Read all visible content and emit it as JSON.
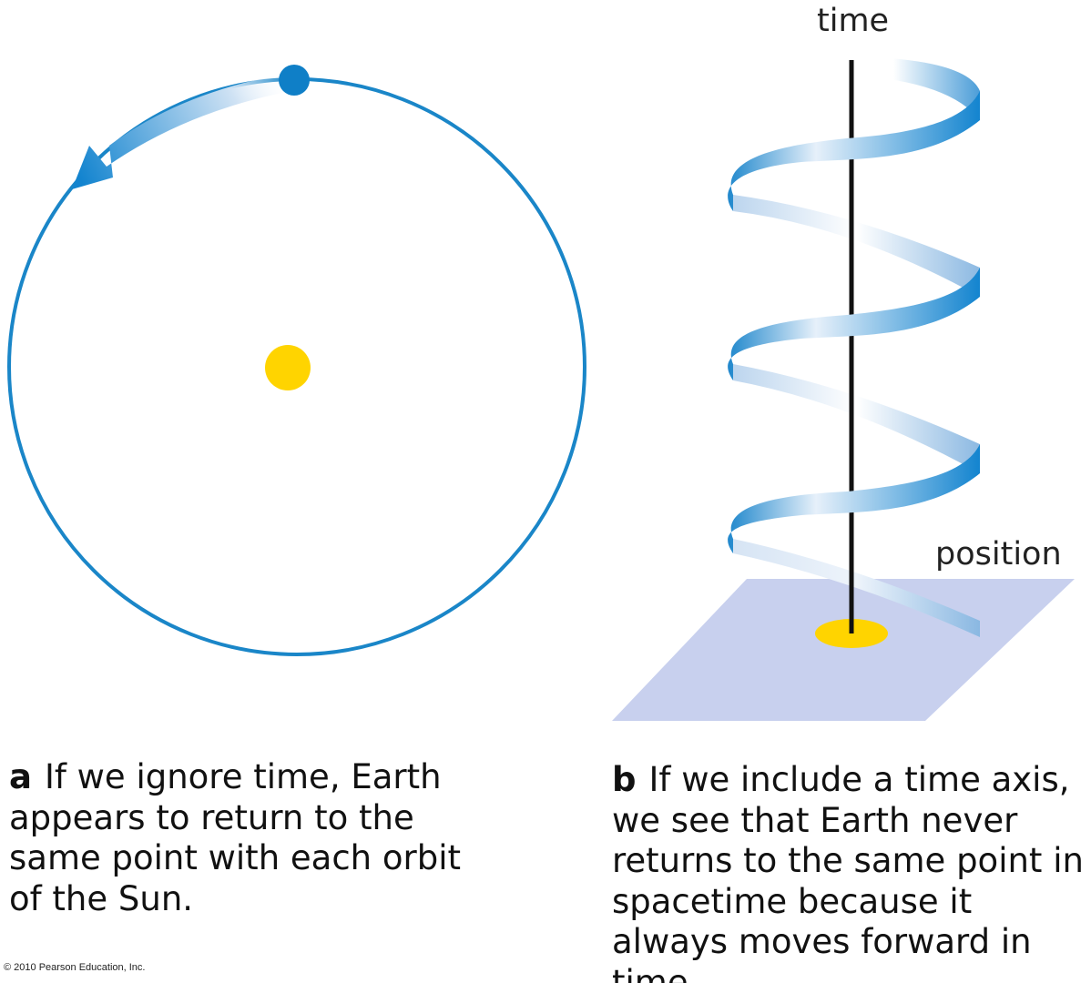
{
  "panel_a": {
    "letter": "a",
    "caption": "If we ignore time, Earth appears to return to the same point with each orbit of the Sun."
  },
  "panel_b": {
    "letter": "b",
    "caption": "If we include a time axis, we see that Earth never returns to the same point in spacetime because it always moves forward in time.",
    "time_label": "time",
    "position_label": "position"
  },
  "copyright": "© 2010 Pearson Education, Inc.",
  "colors": {
    "orbit": "#1a86c8",
    "earth": "#0f7fc7",
    "sun": "#ffd400",
    "plane": "#c8d0ee",
    "ribbon_dark": "#1384cf",
    "ribbon_light": "#e6f0fa",
    "axis": "#111111"
  }
}
